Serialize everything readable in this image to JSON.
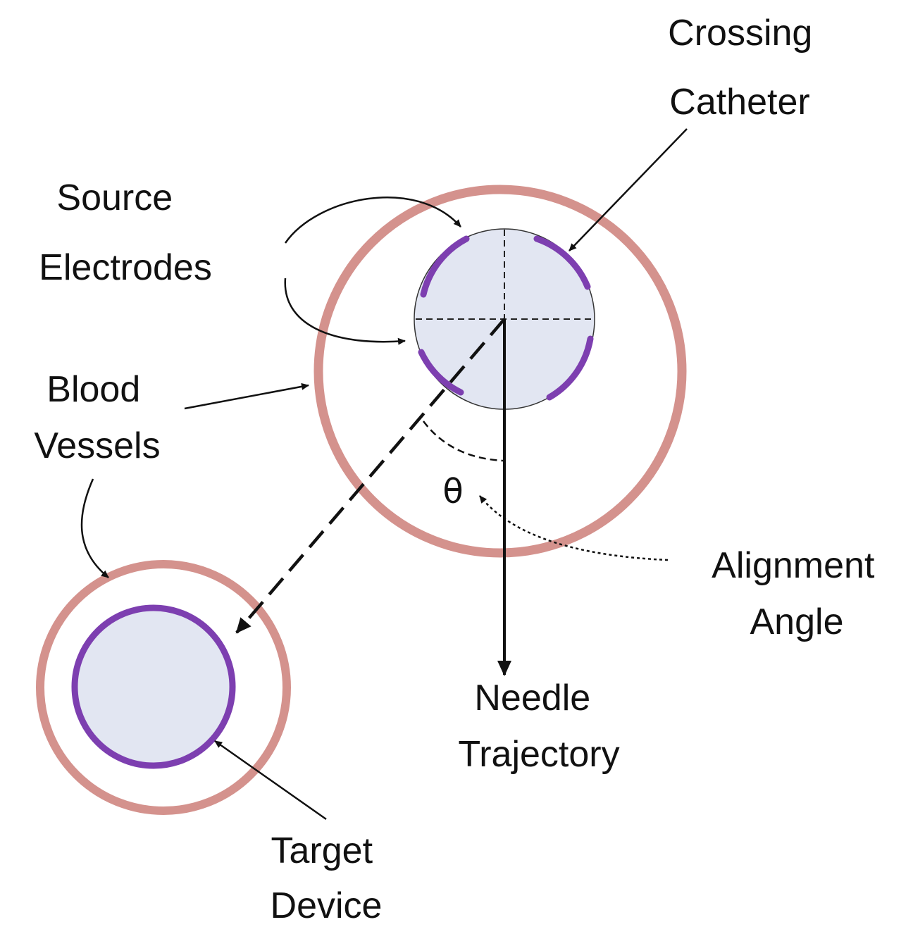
{
  "labels": {
    "crossing_catheter": [
      "Crossing",
      "Catheter"
    ],
    "source_electrodes": [
      "Source",
      "Electrodes"
    ],
    "blood_vessels": [
      "Blood",
      "Vessels"
    ],
    "alignment_angle": [
      "Alignment",
      "Angle"
    ],
    "needle_trajectory": [
      "Needle",
      "Trajectory"
    ],
    "target_device": [
      "Target",
      "Device"
    ],
    "theta": "θ"
  },
  "colors": {
    "vessel_wall": "#d4928d",
    "electrode": "#7d3fb0",
    "catheter_fill": "#e2e6f2",
    "ink": "#111111"
  }
}
